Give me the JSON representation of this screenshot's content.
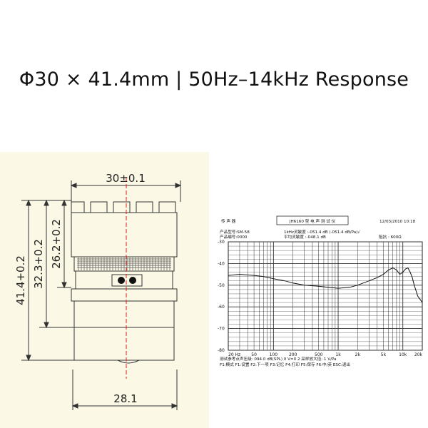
{
  "headline": "Φ30 × 41.4mm | 50Hz–14kHz Response",
  "drawing": {
    "top_width": "30±0.1",
    "overall_height": "41.4+0.2",
    "body_height": "32.3+0.2",
    "cap_height": "26.2+0.2",
    "base_width": "28.1"
  },
  "chart_data": {
    "type": "line",
    "header": {
      "left_title": "传 声 器",
      "center_title": "JH6160 型 电 声 测 试 仪",
      "date": "12/03/2010 10:18",
      "model_line": "产品型号:SM-58",
      "serial_line": "产品编号:0000",
      "sens_line": "1kHz灵敏度 :-051.4 dB (-051.4 dB/Pa)√",
      "avg_line": "平均灵敏度 :-048.1 dB",
      "impedance_line": "阻抗 : 600Ω"
    },
    "y_ticks": [
      "-30",
      "-40",
      "-50",
      "-60",
      "-70",
      "-80"
    ],
    "x_ticks": [
      "20 Hz",
      "50",
      "100",
      "200",
      "500",
      "1k",
      "2k",
      "5k",
      "10k",
      "20k"
    ],
    "footer_line1": "测试参考点声压级: 094.0 dB(SPL)      0 V=0 2      采样放大倍: 1 V/Pa",
    "footer_line2": "F1:模式 F1:设置 F2:下一项 F3:记忆 F4:打印 F5:保存 F6:中/英 ESC:退出",
    "xlim": [
      20,
      20000
    ],
    "ylim": [
      -80,
      -30
    ],
    "x_scale": "log",
    "grid": true,
    "series": [
      {
        "x": [
          20,
          30,
          50,
          70,
          100,
          150,
          200,
          300,
          500,
          700,
          1000,
          1500,
          2000,
          3000,
          4000,
          5000,
          6000,
          7000,
          8000,
          9000,
          10000,
          11000,
          12000,
          13000,
          14000,
          15000,
          17000,
          20000
        ],
        "y": [
          -45.5,
          -45.0,
          -45.5,
          -46.0,
          -47.0,
          -48.0,
          -49.0,
          -50.0,
          -50.5,
          -51.0,
          -51.4,
          -51.0,
          -50.0,
          -48.0,
          -46.5,
          -45.0,
          -43.0,
          -42.0,
          -43.0,
          -45.0,
          -44.0,
          -42.5,
          -42.0,
          -44.0,
          -46.5,
          -50.0,
          -55.0,
          -58.0
        ]
      }
    ]
  }
}
